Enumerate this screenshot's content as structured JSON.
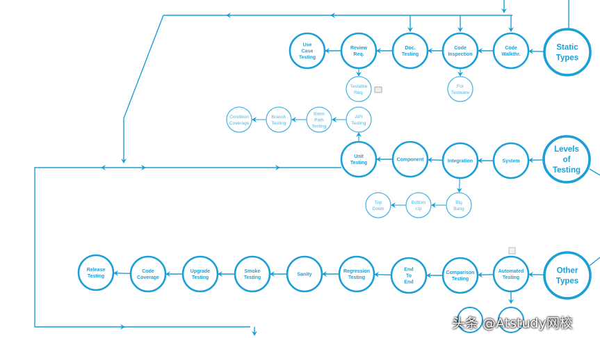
{
  "colors": {
    "primary": "#1a9fd6",
    "light": "#4fb6e0"
  },
  "sections": {
    "static": "Static Types",
    "levels": "Levels of Testing",
    "other": "Other Types"
  },
  "nodes": {
    "use_case": "Use Case Testing",
    "review_req": "Review Req.",
    "doc_testing": "Doc. Testing",
    "code_inspection": "Code Inspection",
    "code_walkthr": "Code Walkthr.",
    "testable_req": "Testable Req.",
    "for_testware": "For Testware",
    "condition_coverage": "Condition Coverage",
    "branch_testing": "Branch Testing",
    "basis_path": "Basis Path Testing",
    "api_testing": "API Testing",
    "unit_testing": "Unit Testing",
    "component": "Component",
    "integration": "Integration",
    "system": "System",
    "top_down": "Top Down",
    "bottom_up": "Bottom Up",
    "big_bang": "Big Bang",
    "release_testing": "Release Testing",
    "code_coverage": "Code Coverage",
    "upgrade_testing": "Upgrade Testing",
    "smoke_testing": "Smoke Testing",
    "sanity": "Sanity",
    "regression_testing": "Regression Testing",
    "end_to_end": "End To End",
    "comparison_testing": "Comparison Testing",
    "automated_testing": "Automated Testing"
  },
  "watermark": "头条 @Atstudy网校"
}
